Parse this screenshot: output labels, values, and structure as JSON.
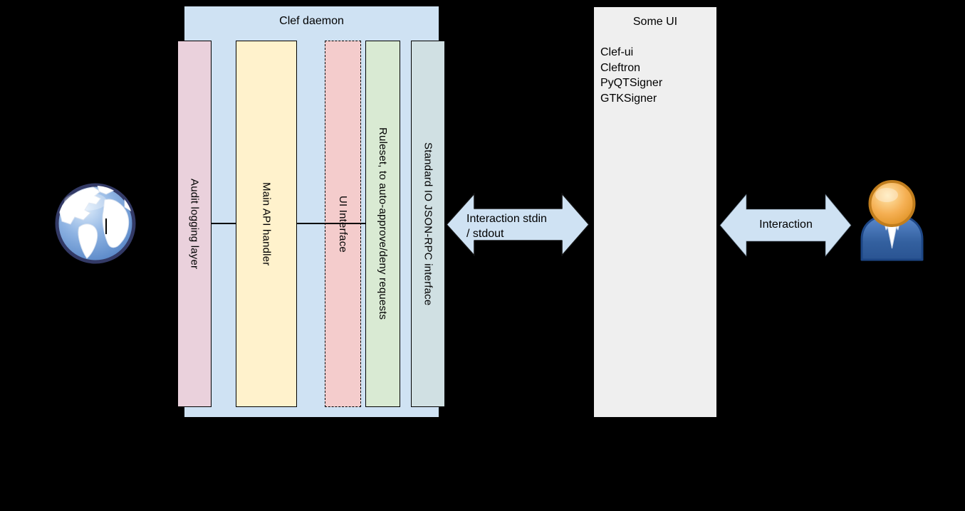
{
  "background_color": "#000000",
  "clef_daemon": {
    "title": "Clef daemon",
    "fill": "#cfe2f3",
    "bars": [
      {
        "label": "Audit logging layer",
        "fill": "#ead1dc",
        "border_style": "solid"
      },
      {
        "label": "Main API handler",
        "fill": "#fff2cc",
        "border_style": "solid"
      },
      {
        "label": "UI Interface",
        "fill": "#f4cccc",
        "border_style": "dashed"
      },
      {
        "label": "Ruleset, to auto-approve/deny requests",
        "fill": "#d9ead3",
        "border_style": "solid"
      },
      {
        "label": "Standard IO JSON-RPC interface",
        "fill": "#d0e0e3",
        "border_style": "solid"
      }
    ]
  },
  "some_ui": {
    "title": "Some UI",
    "fill": "#efefef",
    "items": [
      {
        "label": "Clef-ui"
      },
      {
        "label": "Cleftron"
      },
      {
        "label": "PyQTSigner"
      },
      {
        "label": "GTKSigner"
      }
    ]
  },
  "arrows": {
    "stdio": {
      "fill": "#cfe2f3",
      "line1": "Interaction stdin",
      "line2": "/ stdout"
    },
    "user": {
      "fill": "#cfe2f3",
      "label": "Interaction"
    }
  },
  "icons": {
    "globe": "globe-icon",
    "person": "person-icon"
  }
}
